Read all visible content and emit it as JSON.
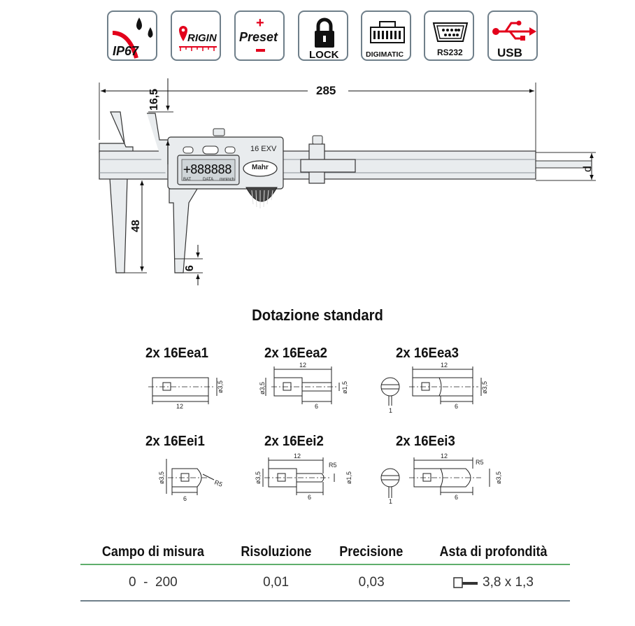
{
  "badges": {
    "ip67": "IP67",
    "origin": "RIGIN",
    "preset": "Preset",
    "lock": "LOCK",
    "digimatic": "DIGIMATIC",
    "rs232": "RS232",
    "usb": "USB"
  },
  "colors": {
    "accent_red": "#e3001b",
    "badge_border": "#6f7f8a",
    "table_green": "#5fae6b"
  },
  "drawing": {
    "dim_length": "285",
    "dim_height_top": "16,5",
    "dim_jaw": "48",
    "dim_tip": "6",
    "dim_d": "d",
    "model": "16 EXV",
    "brand": "Mahr",
    "display": "+888888",
    "btn_labels": [
      "BAT",
      "DATA",
      "mm",
      "inch"
    ]
  },
  "section_title": "Dotazione standard",
  "accessories": [
    {
      "label": "2x 16Eea1"
    },
    {
      "label": "2x 16Eea2"
    },
    {
      "label": "2x 16Eea3"
    },
    {
      "label": "2x 16Eei1"
    },
    {
      "label": "2x 16Eei2"
    },
    {
      "label": "2x 16Eei3"
    }
  ],
  "acc_dims": {
    "l12": "12",
    "l6": "6",
    "l1": "1",
    "d35": "ø3,5",
    "d15": "ø1,5",
    "r5": "R5"
  },
  "table": {
    "headers": [
      "Campo di misura",
      "Risoluzione",
      "Precisione",
      "Asta di profondità"
    ],
    "row": [
      "0  -  200",
      "0,01",
      "0,03",
      "3,8 x 1,3"
    ]
  }
}
